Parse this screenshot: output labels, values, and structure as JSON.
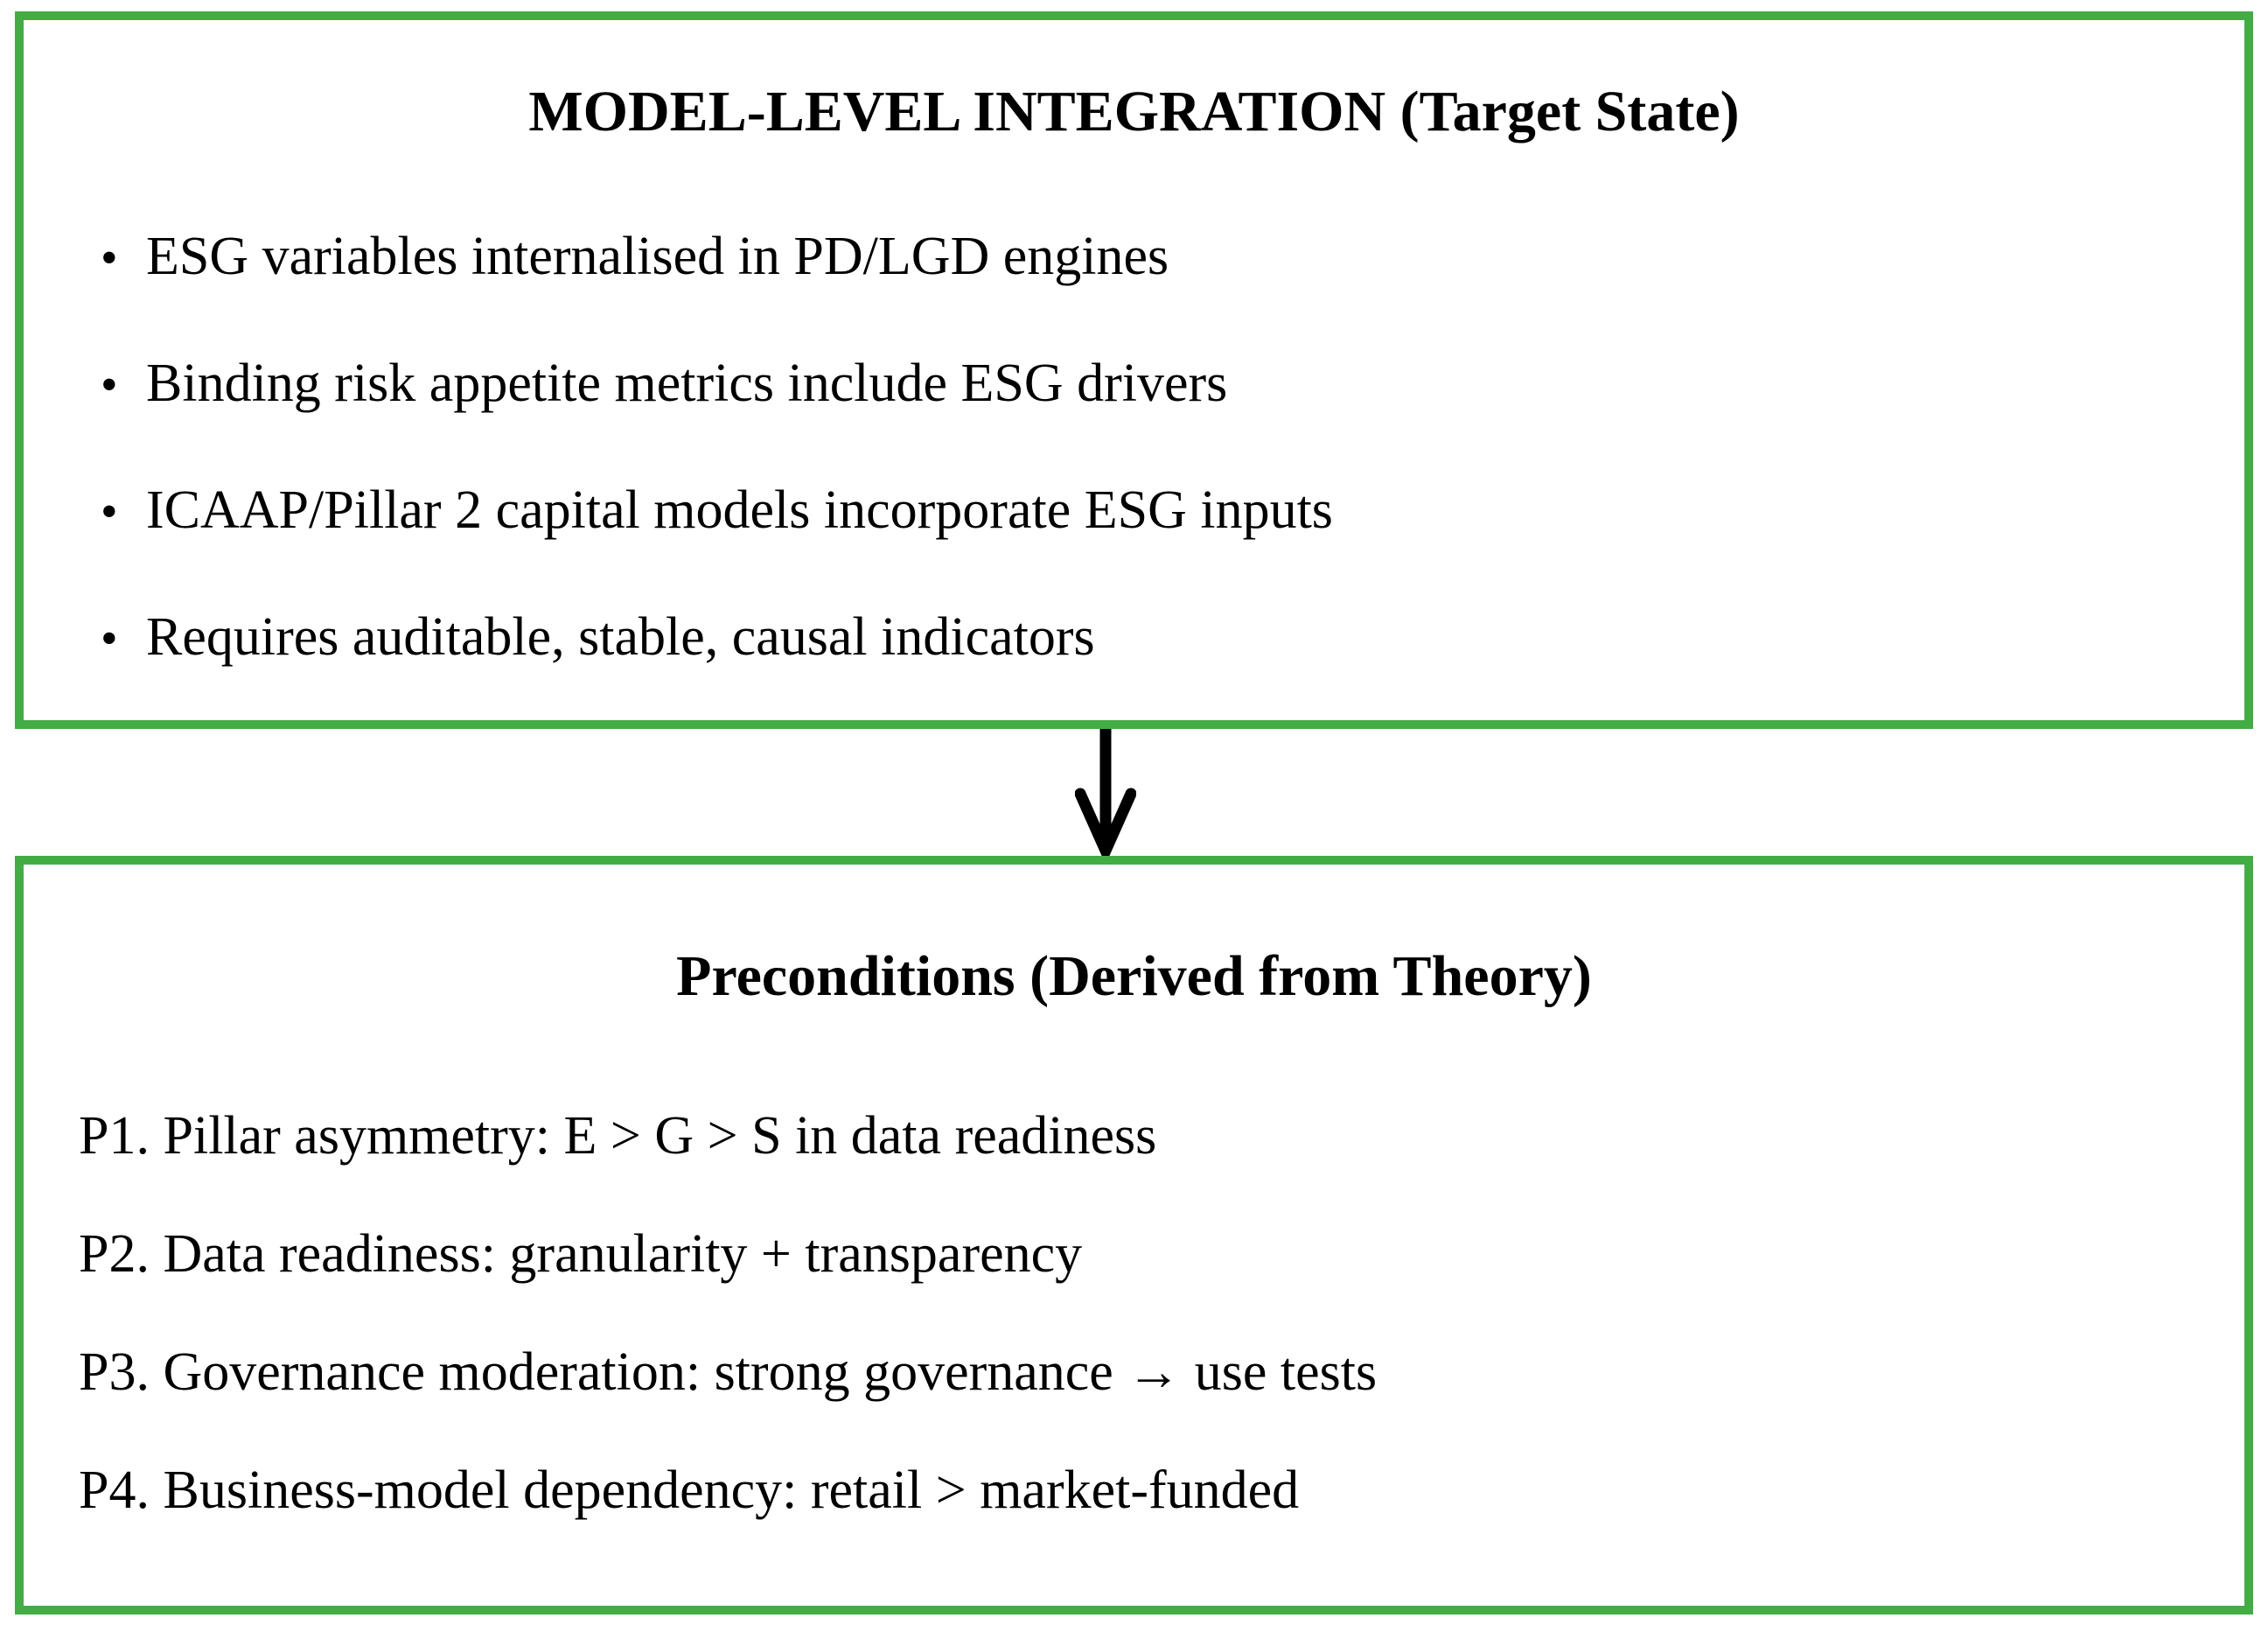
{
  "figure": {
    "top_box": {
      "title": "MODEL-LEVEL INTEGRATION (Target State)",
      "bullet_glyph": "•",
      "bullets": [
        "ESG variables internalised in PD/LGD engines",
        "Binding risk appetite metrics include ESG drivers",
        "ICAAP/Pillar 2 capital models incorporate ESG inputs",
        "Requires auditable, stable, causal indicators"
      ]
    },
    "arrow": {
      "icon": "down-arrow",
      "direction": "down"
    },
    "bottom_box": {
      "title": "Preconditions (Derived from Theory)",
      "items": [
        "P1. Pillar asymmetry: E > G > S in data readiness",
        "P2. Data readiness: granularity + transparency",
        "P3. Governance moderation: strong governance → use tests",
        "P4. Business-model dependency: retail > market-funded"
      ]
    },
    "colors": {
      "box_border": "#43AC45",
      "text": "#000000",
      "background": "#FFFFFF",
      "arrow": "#000000"
    }
  }
}
